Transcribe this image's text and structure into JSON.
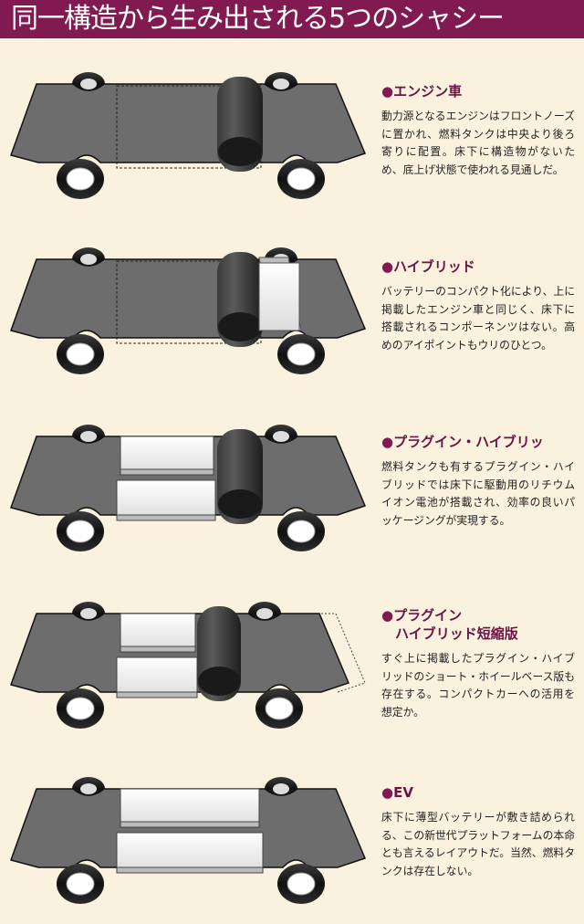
{
  "colors": {
    "brand": "#821a52",
    "accent": "#6b1444"
  },
  "header": {
    "title": "同一構造から生み出される5つのシャシー"
  },
  "bullet": "●",
  "sections": [
    {
      "title": "エンジン車",
      "body": "動力源となるエンジンはフロントノーズに置かれ、燃料タンクは中央より後ろ寄りに配置。床下に構造物がないため、底上げ状態で使われる見通しだ。"
    },
    {
      "title": "ハイブリッド",
      "body": "バッテリーのコンパクト化により、上に掲載したエンジン車と同じく、床下に搭載されるコンポーネンツはない。高めのアイポイントもウリのひとつ。"
    },
    {
      "title": "プラグイン・ハイブリッ",
      "body": "燃料タンクも有するプラグイン・ハイブリッドでは床下に駆動用のリチウムイオン電池が搭載され、効率の良いパッケージングが実現する。"
    },
    {
      "title": "プラグイン\n　ハイブリッド短縮版",
      "body": "すぐ上に掲載したプラグイン・ハイブリッドのショート・ホイールベース版も存在する。コンパクトカーへの活用を想定か。"
    },
    {
      "title": "EV",
      "body": "床下に薄型バッテリーが敷き詰められる、この新世代プラットフォームの本命とも言えるレイアウトだ。当然、燃料タンクは存在しない。"
    }
  ]
}
